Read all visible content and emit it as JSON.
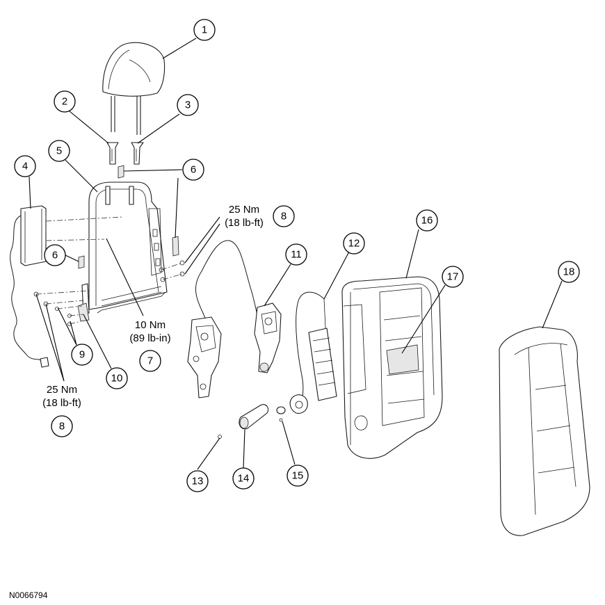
{
  "figure_id": "N0066794",
  "callouts": [
    "1",
    "2",
    "3",
    "4",
    "5",
    "6",
    "6",
    "7",
    "8",
    "8",
    "9",
    "10",
    "11",
    "12",
    "13",
    "14",
    "15",
    "16",
    "17",
    "18"
  ],
  "torque_specs": {
    "top_right": {
      "line1": "25 Nm",
      "line2": "(18 lb-ft)"
    },
    "middle": {
      "line1": "10 Nm",
      "line2": "(89 lb-in)"
    },
    "bottom_left": {
      "line1": "25 Nm",
      "line2": "(18 lb-ft)"
    }
  },
  "colors": {
    "line": "#000000",
    "background": "#ffffff",
    "shade": "#e6e6e6"
  }
}
